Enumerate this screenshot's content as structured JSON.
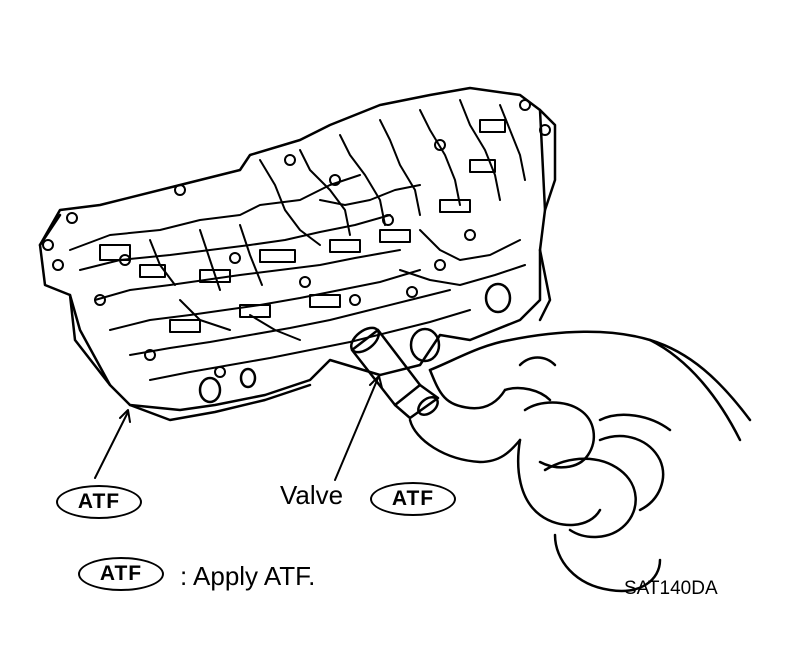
{
  "callouts": {
    "body_badge": "ATF",
    "valve_label": "Valve",
    "valve_badge": "ATF"
  },
  "legend": {
    "badge": "ATF",
    "text": ": Apply ATF."
  },
  "figure_code": "SAT140DA"
}
